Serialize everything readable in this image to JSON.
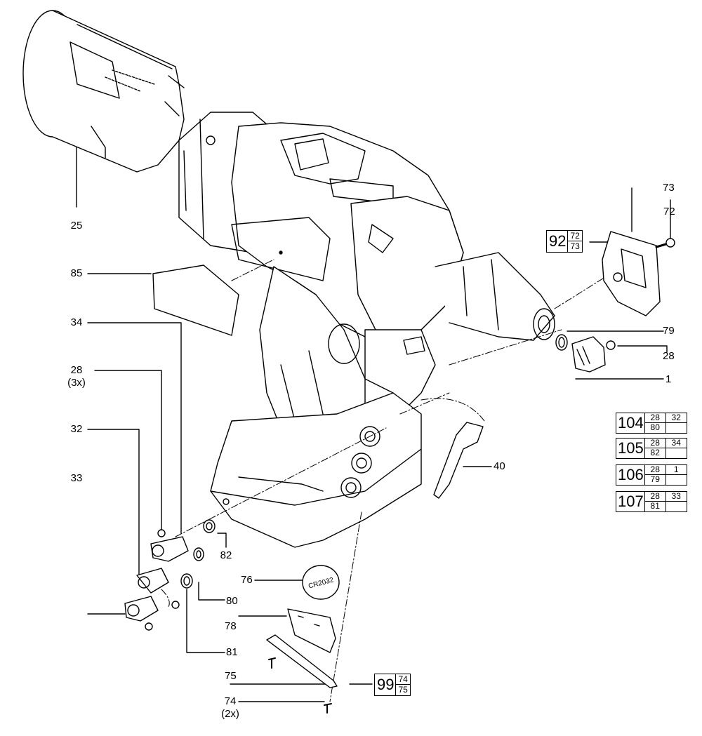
{
  "callouts": {
    "p25": "25",
    "p85": "85",
    "p34": "34",
    "p28": "28",
    "p28_qty": "(3x)",
    "p32": "32",
    "p33": "33",
    "p82": "82",
    "p80": "80",
    "p81": "81",
    "p76": "76",
    "p78": "78",
    "p75": "75",
    "p74": "74",
    "p74_qty": "(2x)",
    "p73": "73",
    "p72": "72",
    "p79": "79",
    "p28b": "28",
    "p1": "1",
    "p40": "40"
  },
  "battery_marking": "CR2032",
  "kits": {
    "k92": {
      "id": "92",
      "parts": [
        "72",
        "73"
      ]
    },
    "k99": {
      "id": "99",
      "parts": [
        "74",
        "75"
      ]
    },
    "k104": {
      "id": "104",
      "parts": [
        "28",
        "32",
        "80",
        ""
      ]
    },
    "k105": {
      "id": "105",
      "parts": [
        "28",
        "34",
        "82",
        ""
      ]
    },
    "k106": {
      "id": "106",
      "parts": [
        "28",
        "1",
        "79",
        ""
      ]
    },
    "k107": {
      "id": "107",
      "parts": [
        "28",
        "33",
        "81",
        ""
      ]
    }
  }
}
